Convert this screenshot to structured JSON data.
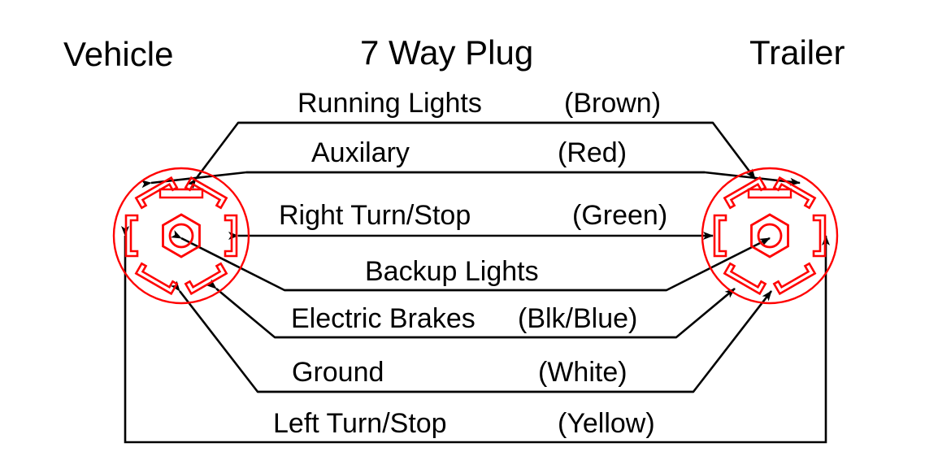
{
  "diagram": {
    "title": "7 Way Plug",
    "left_heading": "Vehicle",
    "right_heading": "Trailer",
    "accent_color": "#ff0000",
    "wire_color": "#000000",
    "background": "#ffffff",
    "connector": {
      "name": "7-way-round-connector",
      "terminal_count": 7,
      "center_pin": "hexagonal-ground-pin",
      "outer_terminals": 6,
      "top_tab": "alignment-tab"
    }
  },
  "circuits": [
    {
      "name": "Running Lights",
      "color": "(Brown)"
    },
    {
      "name": "Auxilary",
      "color": "(Red)"
    },
    {
      "name": "Right Turn/Stop",
      "color": "(Green)"
    },
    {
      "name": "Backup Lights",
      "color": ""
    },
    {
      "name": "Electric Brakes",
      "color": "(Blk/Blue)"
    },
    {
      "name": "Ground",
      "color": "(White)"
    },
    {
      "name": "Left Turn/Stop",
      "color": "(Yellow)"
    }
  ]
}
